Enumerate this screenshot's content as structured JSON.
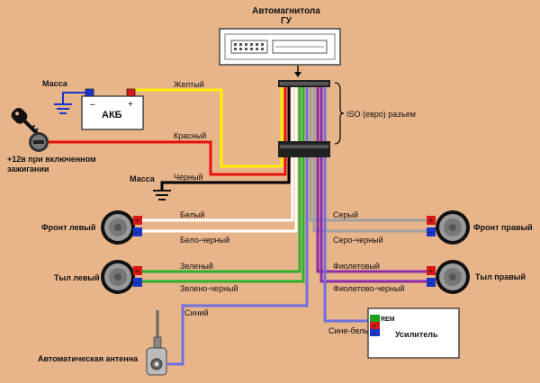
{
  "head_unit": {
    "title": "Автомагнитола",
    "subtitle": "ГУ"
  },
  "iso_label": "ISO (евро) разъем",
  "battery": {
    "label": "АКБ",
    "minus": "–",
    "plus": "+"
  },
  "ground_top": "Масса",
  "ground_mid": "Масса",
  "ignition": {
    "line1": "+12в при включенном",
    "line2": "зажигании"
  },
  "wires": {
    "yellow": "Желтый",
    "red": "Красный",
    "black": "Черный",
    "white": "Белый",
    "white_black": "Бело-черный",
    "green": "Зеленый",
    "green_black": "Зелено-черный",
    "blue": "Синий",
    "gray": "Серый",
    "gray_black": "Серо-черный",
    "violet": "Фиолетовый",
    "violet_black": "Фиолетово-черный",
    "blue_white": "Сине-белый"
  },
  "speakers": {
    "front_left": "Фронт левый",
    "rear_left": "Тыл левый",
    "front_right": "Фронт правый",
    "rear_right": "Тыл правый"
  },
  "terminal_plus": "+",
  "terminal_minus": "–",
  "amplifier": {
    "label": "Усилитель",
    "rem": "REM",
    "plus": "+",
    "minus": "–"
  },
  "antenna": "Автоматическая антенна",
  "colors": {
    "background": "#E8B48A",
    "yellow": "#FFF000",
    "red": "#E8100C",
    "black": "#000000",
    "white": "#FFFFFF",
    "green": "#2DB22D",
    "blue": "#7070DD",
    "gray": "#A0A0A0",
    "violet": "#8B2BA8",
    "terminal_red": "#D81818",
    "terminal_green": "#18A018",
    "terminal_blue": "#1A36C8"
  }
}
